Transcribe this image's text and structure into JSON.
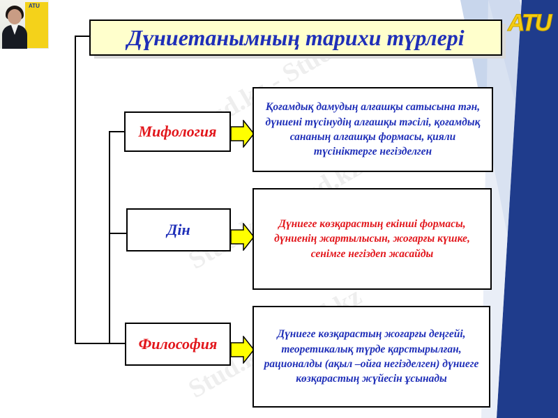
{
  "logo": {
    "text": "ATU"
  },
  "thumbnail": {
    "banner_text": "ATU"
  },
  "title": "Дүниетанымның тарихи түрлері",
  "categories": [
    {
      "label": "Мифология",
      "description": "Қоғамдық дамудың алғашқы сатысына тән, дүниені түсінудің алғашқы тәсілі, қоғамдық сананың алғашқы формасы, қияли түсініктерге негізделген"
    },
    {
      "label": "Дін",
      "description": "Дүниеге көзқарастың екінші формасы, дүниенің жартылысын, жоғарғы күшке, сенімге негіздеп жасайды"
    },
    {
      "label": "Философия",
      "description": "Дүниеге көзқарастың жоғарғы деңгейі, теоретикалық түрде қарстырылған, рационалды (ақыл –ойға негізделген) дүниеге көзқарастың жүйесін ұсынады"
    }
  ],
  "watermark": "Stud.kz - Stud.kz",
  "colors": {
    "title": "#1f2fb8",
    "red": "#e2161b",
    "arrow": "#ffff00",
    "title_bg": "#ffffcc",
    "stripe_dark": "#1f3c8c"
  }
}
